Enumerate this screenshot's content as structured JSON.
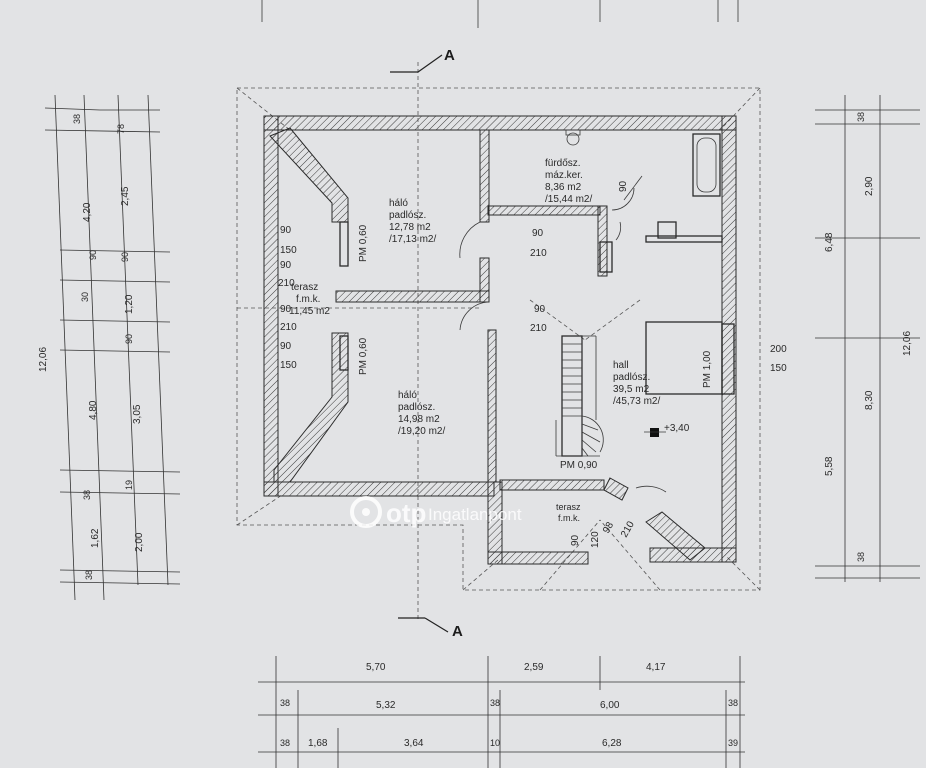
{
  "section_marks": {
    "top": "A",
    "bottom": "A"
  },
  "rooms": {
    "bedroom_top": {
      "name": "háló",
      "floor": "padlósz.",
      "area": "12,78 m2",
      "area_total": "/17,13 m2/"
    },
    "bathroom": {
      "name": "fürdősz.",
      "floor": "máz.ker.",
      "area": "8,36 m2",
      "area_total": "/15,44 m2/"
    },
    "terrace_left": {
      "name": "terasz",
      "floor": "f.m.k.",
      "area": "11,45 m2"
    },
    "bedroom_bottom": {
      "name": "háló",
      "floor": "padlósz.",
      "area": "14,98 m2",
      "area_total": "/19,20 m2/"
    },
    "hall": {
      "name": "hall",
      "floor": "padlósz.",
      "area": "39,5 m2",
      "area_total": "/45,73 m2/"
    },
    "terrace_bottom": {
      "name": "terasz",
      "floor": "f.m.k."
    }
  },
  "level_marker": "+3,40",
  "openings": {
    "pm_top": "PM 0,60",
    "pm_left": "PM 0,60",
    "pm_hall": "PM 1,00",
    "pm_stairs": "PM 0,90",
    "d90_a": "90",
    "d150_a": "150",
    "d90_b": "90",
    "d210_a": "210",
    "d90_c": "90",
    "d210_b": "210",
    "d90_d": "90",
    "d150_b": "150",
    "door_bath_w": "90",
    "door_bath_h": "210",
    "door_mid_w": "90",
    "door_mid_h": "210",
    "bath_90": "90",
    "win_200": "200",
    "win_150": "150",
    "ter_90": "90",
    "ter_120": "120",
    "ter_98": "98",
    "ter_210": "210"
  },
  "dims_left_outer": [
    "38",
    "4,20",
    "90",
    "30",
    "4,80",
    "38",
    "1,62",
    "38"
  ],
  "dims_left_inner": [
    "78",
    "2,45",
    "90",
    "1,20",
    "90",
    "3,05",
    "19",
    "2,00"
  ],
  "dims_left_total": "12,06",
  "dims_right": [
    "38",
    "2,90",
    "6,48",
    "8,30",
    "5,58",
    "38"
  ],
  "dims_right_total": "12,06",
  "dims_bottom_row1": [
    "5,70",
    "2,59",
    "4,17"
  ],
  "dims_bottom_row2": [
    "38",
    "5,32",
    "38",
    "6,00",
    "38"
  ],
  "dims_bottom_row3": [
    "38",
    "1,68",
    "3,64",
    "10",
    "6,28",
    "39"
  ],
  "watermark": {
    "brand": "otp",
    "suffix": "Ingatlanpont"
  }
}
